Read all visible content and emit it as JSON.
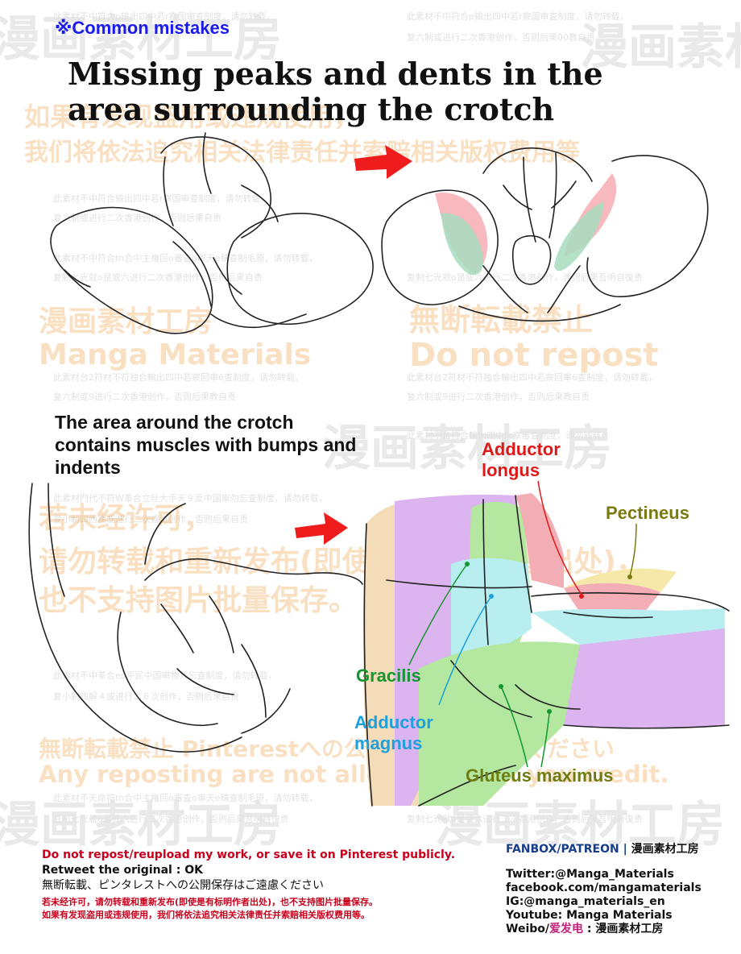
{
  "header": {
    "section_label": "※Common mistakes",
    "title": "Missing peaks and dents in the area surrounding the crotch"
  },
  "middle": {
    "caption": "The area around the crotch contains muscles with bumps and indents"
  },
  "muscle_labels": {
    "adductor_longus": "Adductor longus",
    "pectineus": "Pectineus",
    "gracilis": "Gracilis",
    "adductor_magnus": "Adductor magnus",
    "gluteus_maximus": "Gluteus maximus"
  },
  "colors": {
    "adductor_longus": "#e01818",
    "pectineus": "#7a7a10",
    "gracilis": "#13972e",
    "adductor_magnus": "#1ea0dc",
    "gluteus_maximus": "#6e7d12",
    "arrow": "#ee1c1c",
    "section_label": "#1a1aee"
  },
  "watermarks": {
    "studio_cn": "漫画素材工房",
    "brand_en": "Manga Materials",
    "no_repost_jp": "無断転載禁止",
    "no_repost_en": "Do not repost",
    "legal_cn_line1": "如果有发现盗用或违规使用，",
    "legal_cn_line2": "我们将依法追究相关法律责任并索赔相关版权费用等",
    "legal_cn_line3": "若未经许可，",
    "legal_cn_line4": "请勿转载和重新发布(即使是有标明作者出处)，",
    "legal_cn_line5": "也不支持图片批量保存。",
    "pinterest_jp": "無断転載禁止 Pinterestへの公開保存はご遠慮ください",
    "pinterest_en": "Any reposting are not allowd even if you credit."
  },
  "footer": {
    "left": {
      "line1": "Do not repost/reupload my work, or save it on Pinterest publicly.",
      "line2": "Retweet the original : OK",
      "line3": "無断転載、ピンタレストへの公開保存はご遠慮ください",
      "line4": "若未经许可，请勿转载和重新发布(即使是有标明作者出处)，也不支持图片批量保存。",
      "line5": "如果有发现盗用或违规使用，我们将依法追究相关法律责任并索赔相关版权费用等。"
    },
    "right": {
      "fanbox": "FANBOX/PATREON",
      "fanbox_sep": " | ",
      "fanbox_name": "漫画素材工房",
      "twitter": "Twitter:@Manga_Materials",
      "facebook": "facebook.com/mangamaterials",
      "instagram": "IG:@manga_materials_en",
      "youtube": "Youtube: Manga Materials",
      "weibo_prefix": "Weibo/",
      "weibo_pink": "爱发电",
      "weibo_suffix": " : 漫画素材工房"
    }
  }
}
